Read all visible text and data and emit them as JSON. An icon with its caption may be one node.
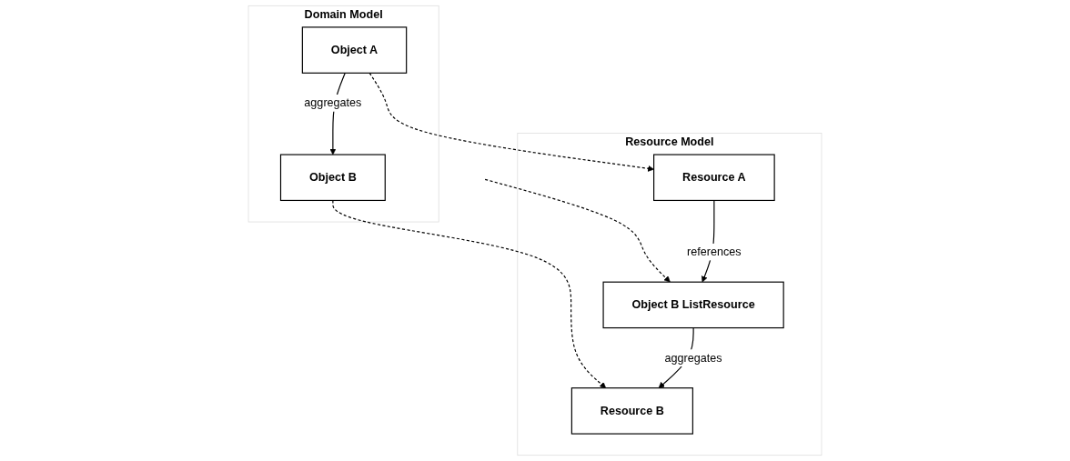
{
  "diagram": {
    "nodes": [
      {
        "text": [
          "Domain Model"
        ]
      },
      {
        "text": [
          "Object A"
        ],
        "in": 0
      },
      {
        "text": [
          "Object B"
        ],
        "in": 0
      },
      {
        "text": [
          "Resource Model"
        ]
      },
      {
        "text": [
          "Resource A"
        ],
        "in": 3
      },
      {
        "text": [
          "Object B ListResource"
        ],
        "in": 3
      },
      {
        "text": [
          "Resource B"
        ],
        "in": 3
      }
    ],
    "edges": [
      {
        "from": 1,
        "to": 2,
        "arrow": "to",
        "label": "aggregates"
      },
      {
        "from": 1,
        "to": 4,
        "arrow": "to",
        "style": "dashed"
      },
      {
        "from": null,
        "to": 5,
        "arrow": "to",
        "style": "dashed"
      },
      {
        "from": 2,
        "to": 6,
        "arrow": "to",
        "style": "dashed"
      },
      {
        "from": 4,
        "to": 5,
        "arrow": "to",
        "label": "references"
      },
      {
        "from": 5,
        "to": 6,
        "arrow": "to",
        "label": "aggregates"
      }
    ]
  }
}
